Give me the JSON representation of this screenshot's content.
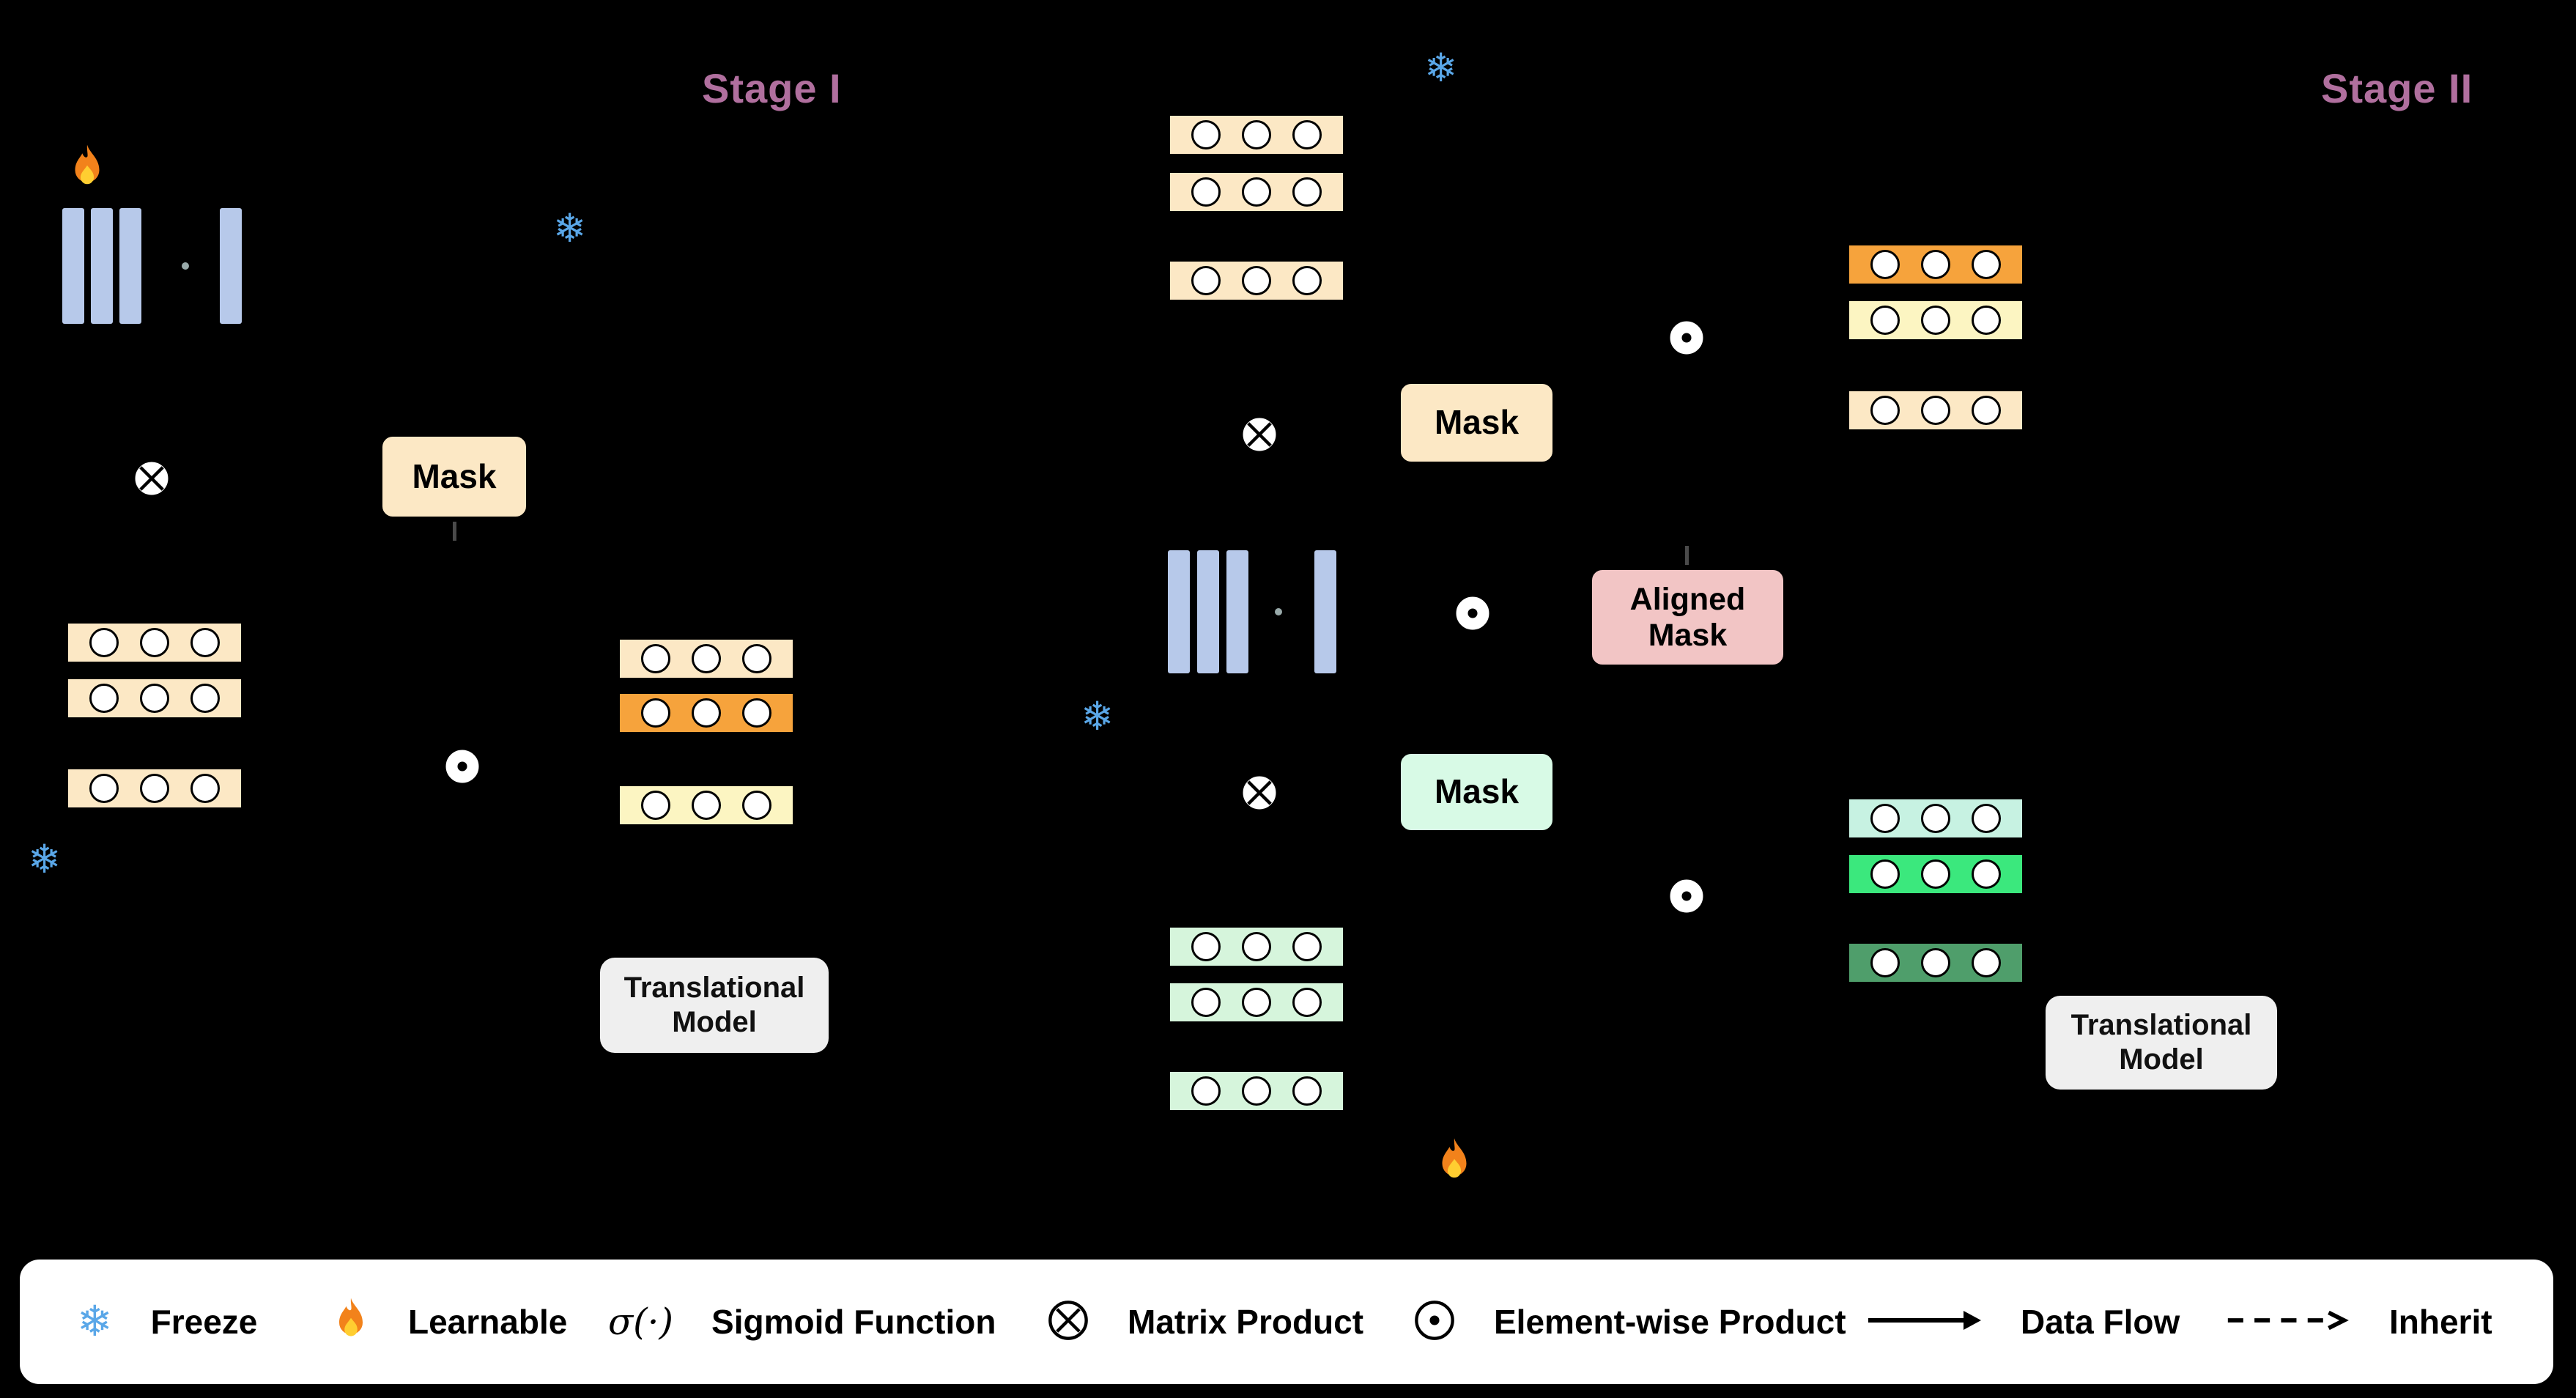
{
  "stages": {
    "stage1": "Stage I",
    "stage2": "Stage II"
  },
  "labels": {
    "mask_stage1": "Mask",
    "mask_stage2_top": "Mask",
    "mask_stage2_bottom": "Mask",
    "aligned_mask": "Aligned Mask",
    "translational_model_stage1": "Translational Model",
    "translational_model_stage2": "Translational Model"
  },
  "legend": {
    "freeze": "Freeze",
    "learnable": "Learnable",
    "sigmoid_symbol": "σ(·)",
    "sigmoid": "Sigmoid Function",
    "matrix_product": "Matrix Product",
    "elementwise_product": "Element-wise Product",
    "data_flow": "Data Flow",
    "inherit": "Inherit"
  },
  "icons": {
    "freeze": "snowflake-icon",
    "learnable": "fire-icon",
    "matrix_product": "circled-times-icon",
    "elementwise_product": "circled-dot-icon",
    "data_flow": "solid-arrow-icon",
    "inherit": "dashed-arrow-icon"
  },
  "colors": {
    "stage_label": "#B06F9E",
    "peach": "#FCE8C5",
    "orange": "#F6A33C",
    "light_yellow": "#FCF5C2",
    "mint": "#D6F5DC",
    "pale_cyan": "#C7F2E2",
    "vivid_green": "#3BE87D",
    "sea_green": "#4F9E6B",
    "mask_green": "#D8FAE6",
    "aligned_pink": "#F2C5C5",
    "bar_blue": "#B7C9EA",
    "snowflake_blue": "#5AA7E8",
    "model_gray": "#EFEFEF"
  }
}
